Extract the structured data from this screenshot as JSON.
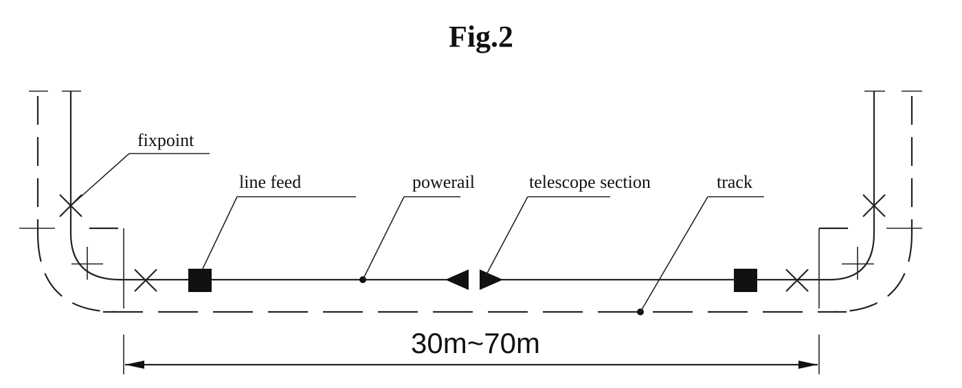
{
  "figure": {
    "title": "Fig.2"
  },
  "labels": {
    "fixpoint": "fixpoint",
    "line_feed": "line feed",
    "powerail": "powerail",
    "telescope_section": "telescope section",
    "track": "track"
  },
  "dimension": {
    "text": "30m~70m"
  },
  "colors": {
    "ink": "#111111",
    "background": "#ffffff"
  }
}
